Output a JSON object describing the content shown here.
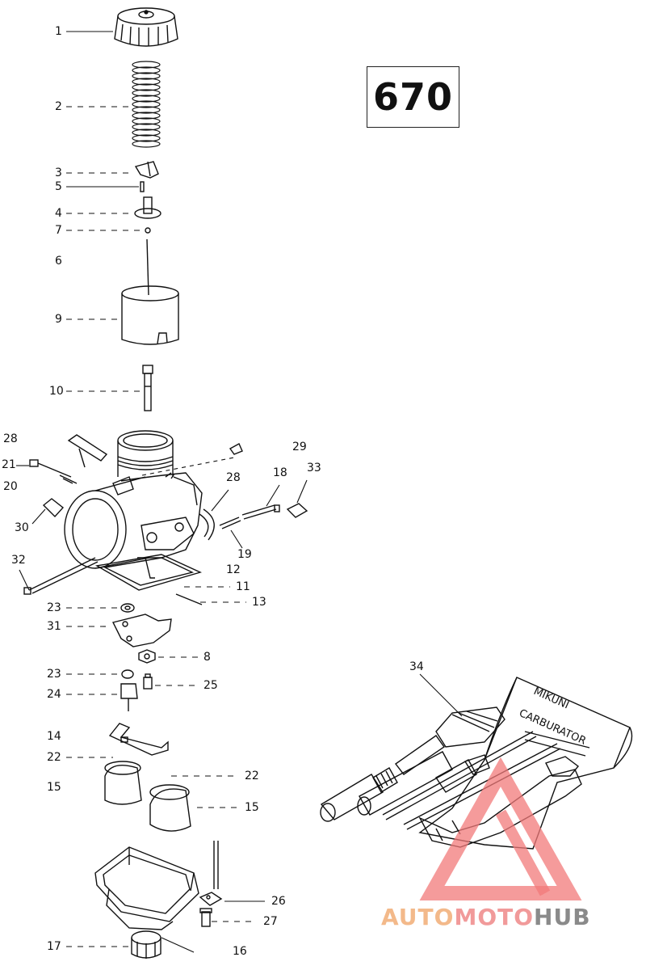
{
  "model_number": "670",
  "tool_kit_label": {
    "line1": "MIKUNI",
    "line2": "CARBURATOR"
  },
  "watermark": {
    "part1": "AUTO",
    "part2": "MOTO",
    "part3": "HUB"
  },
  "callouts": [
    {
      "id": "c1",
      "text": "1"
    },
    {
      "id": "c2",
      "text": "2"
    },
    {
      "id": "c3",
      "text": "3"
    },
    {
      "id": "c5",
      "text": "5"
    },
    {
      "id": "c4",
      "text": "4"
    },
    {
      "id": "c7",
      "text": "7"
    },
    {
      "id": "c6",
      "text": "6"
    },
    {
      "id": "c9",
      "text": "9"
    },
    {
      "id": "c10",
      "text": "10"
    },
    {
      "id": "c28a",
      "text": "28"
    },
    {
      "id": "c29",
      "text": "29"
    },
    {
      "id": "c21",
      "text": "21"
    },
    {
      "id": "c33",
      "text": "33"
    },
    {
      "id": "c20",
      "text": "20"
    },
    {
      "id": "c28b",
      "text": "28"
    },
    {
      "id": "c18",
      "text": "18"
    },
    {
      "id": "c30",
      "text": "30"
    },
    {
      "id": "c19",
      "text": "19"
    },
    {
      "id": "c32",
      "text": "32"
    },
    {
      "id": "c12",
      "text": "12"
    },
    {
      "id": "c11",
      "text": "11"
    },
    {
      "id": "c13",
      "text": "13"
    },
    {
      "id": "c23a",
      "text": "23"
    },
    {
      "id": "c31",
      "text": "31"
    },
    {
      "id": "c8",
      "text": "8"
    },
    {
      "id": "c23b",
      "text": "23"
    },
    {
      "id": "c25",
      "text": "25"
    },
    {
      "id": "c24",
      "text": "24"
    },
    {
      "id": "c14",
      "text": "14"
    },
    {
      "id": "c22a",
      "text": "22"
    },
    {
      "id": "c22b",
      "text": "22"
    },
    {
      "id": "c15a",
      "text": "15"
    },
    {
      "id": "c15b",
      "text": "15"
    },
    {
      "id": "c34",
      "text": "34"
    },
    {
      "id": "c26",
      "text": "26"
    },
    {
      "id": "c27",
      "text": "27"
    },
    {
      "id": "c17",
      "text": "17"
    },
    {
      "id": "c16",
      "text": "16"
    }
  ]
}
